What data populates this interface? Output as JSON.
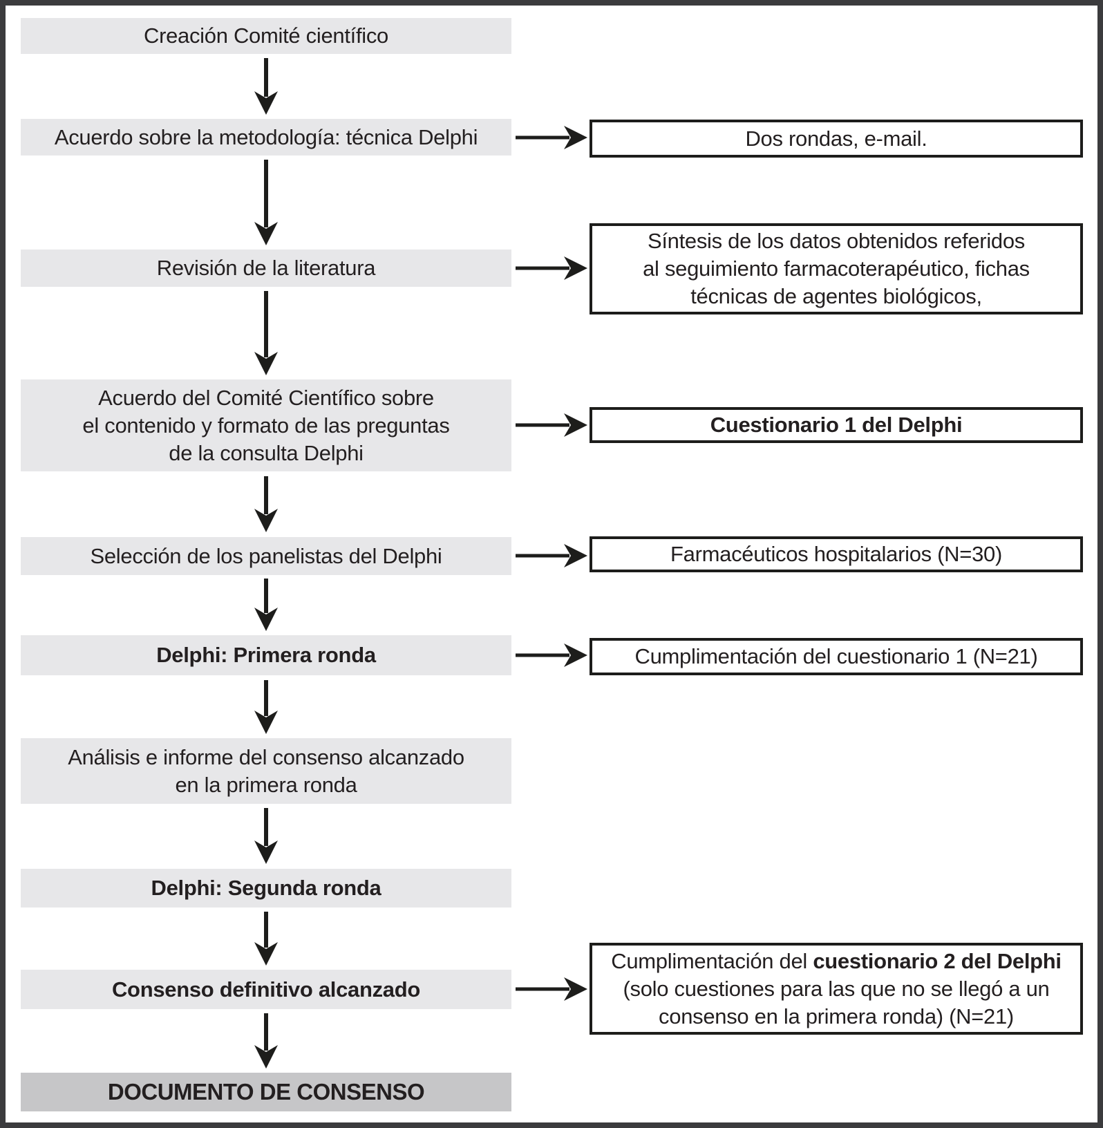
{
  "flowchart": {
    "steps": [
      {
        "id": "creacion-comite",
        "label": "Creación Comité científico"
      },
      {
        "id": "acuerdo-metodologia",
        "label": "Acuerdo sobre la metodología: técnica Delphi"
      },
      {
        "id": "revision-literatura",
        "label": "Revisión de la literatura"
      },
      {
        "id": "acuerdo-contenido",
        "lines": [
          "Acuerdo del Comité Científico sobre",
          "el contenido y formato de las preguntas",
          "de la consulta Delphi"
        ]
      },
      {
        "id": "seleccion-panelistas",
        "label": "Selección de los panelistas del Delphi"
      },
      {
        "id": "delphi-primera-ronda",
        "label": "Delphi: Primera ronda"
      },
      {
        "id": "analisis-informe",
        "lines": [
          "Análisis e informe del consenso alcanzado",
          "en la primera ronda"
        ]
      },
      {
        "id": "delphi-segunda-ronda",
        "label": "Delphi: Segunda ronda"
      },
      {
        "id": "consenso-definitivo",
        "label": "Consenso definitivo alcanzado"
      },
      {
        "id": "documento-consenso",
        "label": "DOCUMENTO DE CONSENSO"
      }
    ],
    "annotations": [
      {
        "id": "dos-rondas",
        "label": "Dos rondas, e-mail."
      },
      {
        "id": "sintesis-datos",
        "lines": [
          "Síntesis de los datos obtenidos referidos",
          "al seguimiento farmacoterapéutico, fichas",
          "técnicas de agentes biológicos,"
        ]
      },
      {
        "id": "cuestionario-1",
        "label": "Cuestionario 1 del Delphi"
      },
      {
        "id": "farmaceuticos",
        "label": "Farmacéuticos hospitalarios  (N=30)"
      },
      {
        "id": "cumplimentacion-1",
        "label": "Cumplimentación del cuestionario 1 (N=21)"
      },
      {
        "id": "cumplimentacion-2",
        "line1_regular": "Cumplimentación del ",
        "line1_bold": "cuestionario 2 del Delphi",
        "line2": "(solo cuestiones para las que no se llegó a un",
        "line3": "consenso en la primera ronda) (N=21)"
      }
    ],
    "colors": {
      "step_bg": "#e7e7e9",
      "final_step_bg": "#c6c6c8",
      "annotation_border": "#1d1d1b",
      "frame_border": "#3b3b3d",
      "arrow": "#1d1d1b",
      "text": "#231f20"
    }
  }
}
